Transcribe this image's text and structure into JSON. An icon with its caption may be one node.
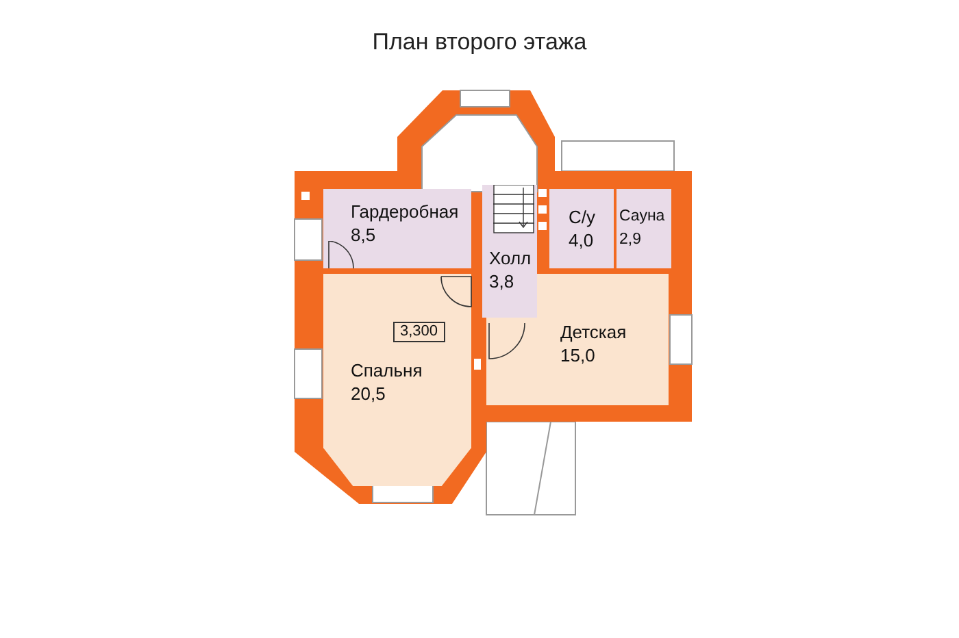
{
  "diagram": {
    "title": "План второго этажа",
    "nodes": [
      {
        "text": [
          "Гардеробная",
          "8,5"
        ]
      },
      {
        "text": [
          "Холл",
          "3,8"
        ]
      },
      {
        "text": [
          "С/у",
          "4,0"
        ]
      },
      {
        "text": [
          "Сауна",
          "2,9"
        ]
      },
      {
        "text": [
          "Спальня",
          "20,5"
        ]
      },
      {
        "text": [
          "Детская",
          "15,0"
        ]
      }
    ],
    "labels": [
      "3,300"
    ]
  }
}
